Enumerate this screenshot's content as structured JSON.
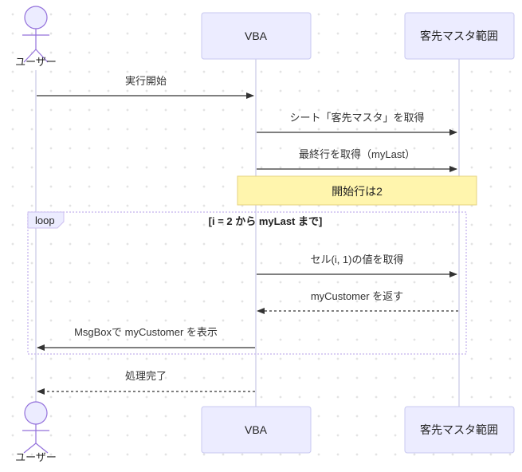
{
  "participants": {
    "user": "ユーザー",
    "vba": "VBA",
    "range": "客先マスタ範囲"
  },
  "messages": [
    {
      "text": "実行開始"
    },
    {
      "text": "シート「客先マスタ」を取得"
    },
    {
      "text": "最終行を取得（myLast）"
    },
    {
      "text": "セル(i, 1)の値を取得"
    },
    {
      "text": "myCustomer を返す"
    },
    {
      "text": "MsgBoxで myCustomer を表示"
    },
    {
      "text": "処理完了"
    }
  ],
  "note": {
    "text": "開始行は2"
  },
  "loop": {
    "label": "loop",
    "condition": "[i = 2 から myLast まで]"
  }
}
